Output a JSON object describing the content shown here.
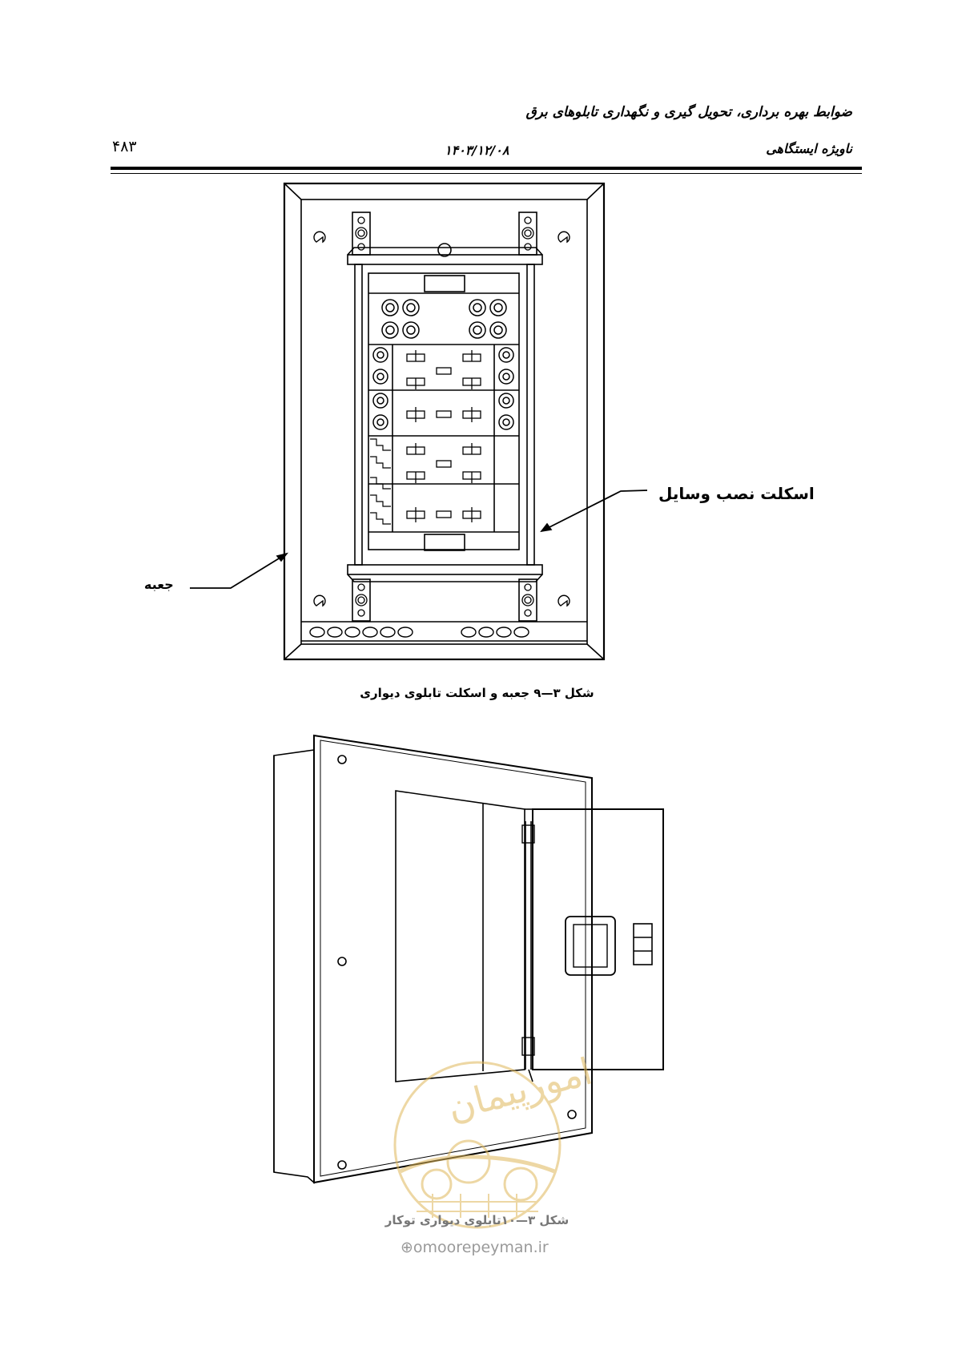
{
  "header": {
    "title": "ضوابط بهره برداری، تحویل گیری و نگهداری تابلوهای برق",
    "subtitle": "ناویژه ایستگاهی",
    "date": "۱۴۰۳/۱۲/۰۸",
    "page_number": "۴۸۳"
  },
  "figure1": {
    "callout_skeleton": "اسکلت نصب وسایل",
    "callout_box": "جعبه",
    "caption": "شکل ۳—۹ جعبه و اسکلت تابلوی دیواری"
  },
  "figure2": {
    "caption": "شکل ۳—۱۰تابلوی دیواری توکار"
  },
  "watermark": {
    "logo_text": "امورپیمان",
    "url": "omoorepeyman.ir",
    "color": "#e8c877"
  }
}
